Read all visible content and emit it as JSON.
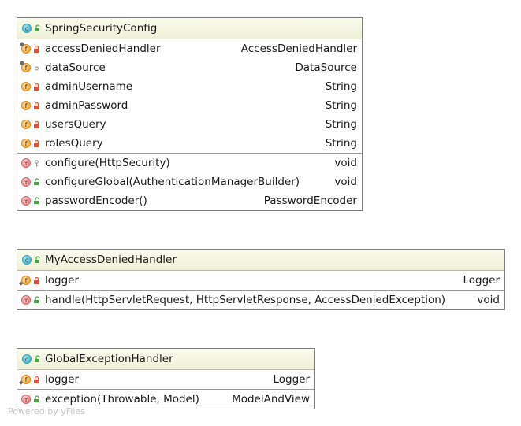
{
  "classes": {
    "spring_security_config": {
      "name": "SpringSecurityConfig",
      "fields": [
        {
          "name": "accessDeniedHandler",
          "type": "AccessDeniedHandler"
        },
        {
          "name": "dataSource",
          "type": "DataSource"
        },
        {
          "name": "adminUsername",
          "type": "String"
        },
        {
          "name": "adminPassword",
          "type": "String"
        },
        {
          "name": "usersQuery",
          "type": "String"
        },
        {
          "name": "rolesQuery",
          "type": "String"
        }
      ],
      "methods": [
        {
          "name": "configure(HttpSecurity)",
          "type": "void"
        },
        {
          "name": "configureGlobal(AuthenticationManagerBuilder)",
          "type": "void"
        },
        {
          "name": "passwordEncoder()",
          "type": "PasswordEncoder"
        }
      ]
    },
    "my_access_denied_handler": {
      "name": "MyAccessDeniedHandler",
      "fields": [
        {
          "name": "logger",
          "type": "Logger"
        }
      ],
      "methods": [
        {
          "name": "handle(HttpServletRequest, HttpServletResponse, AccessDeniedException)",
          "type": "void"
        }
      ]
    },
    "global_exception_handler": {
      "name": "GlobalExceptionHandler",
      "fields": [
        {
          "name": "logger",
          "type": "Logger"
        }
      ],
      "methods": [
        {
          "name": "exception(Throwable, Model)",
          "type": "ModelAndView"
        }
      ]
    }
  },
  "icons": {
    "class_letter": "c",
    "field_letter": "f",
    "method_letter": "m"
  },
  "watermark": "Powered by yFiles"
}
